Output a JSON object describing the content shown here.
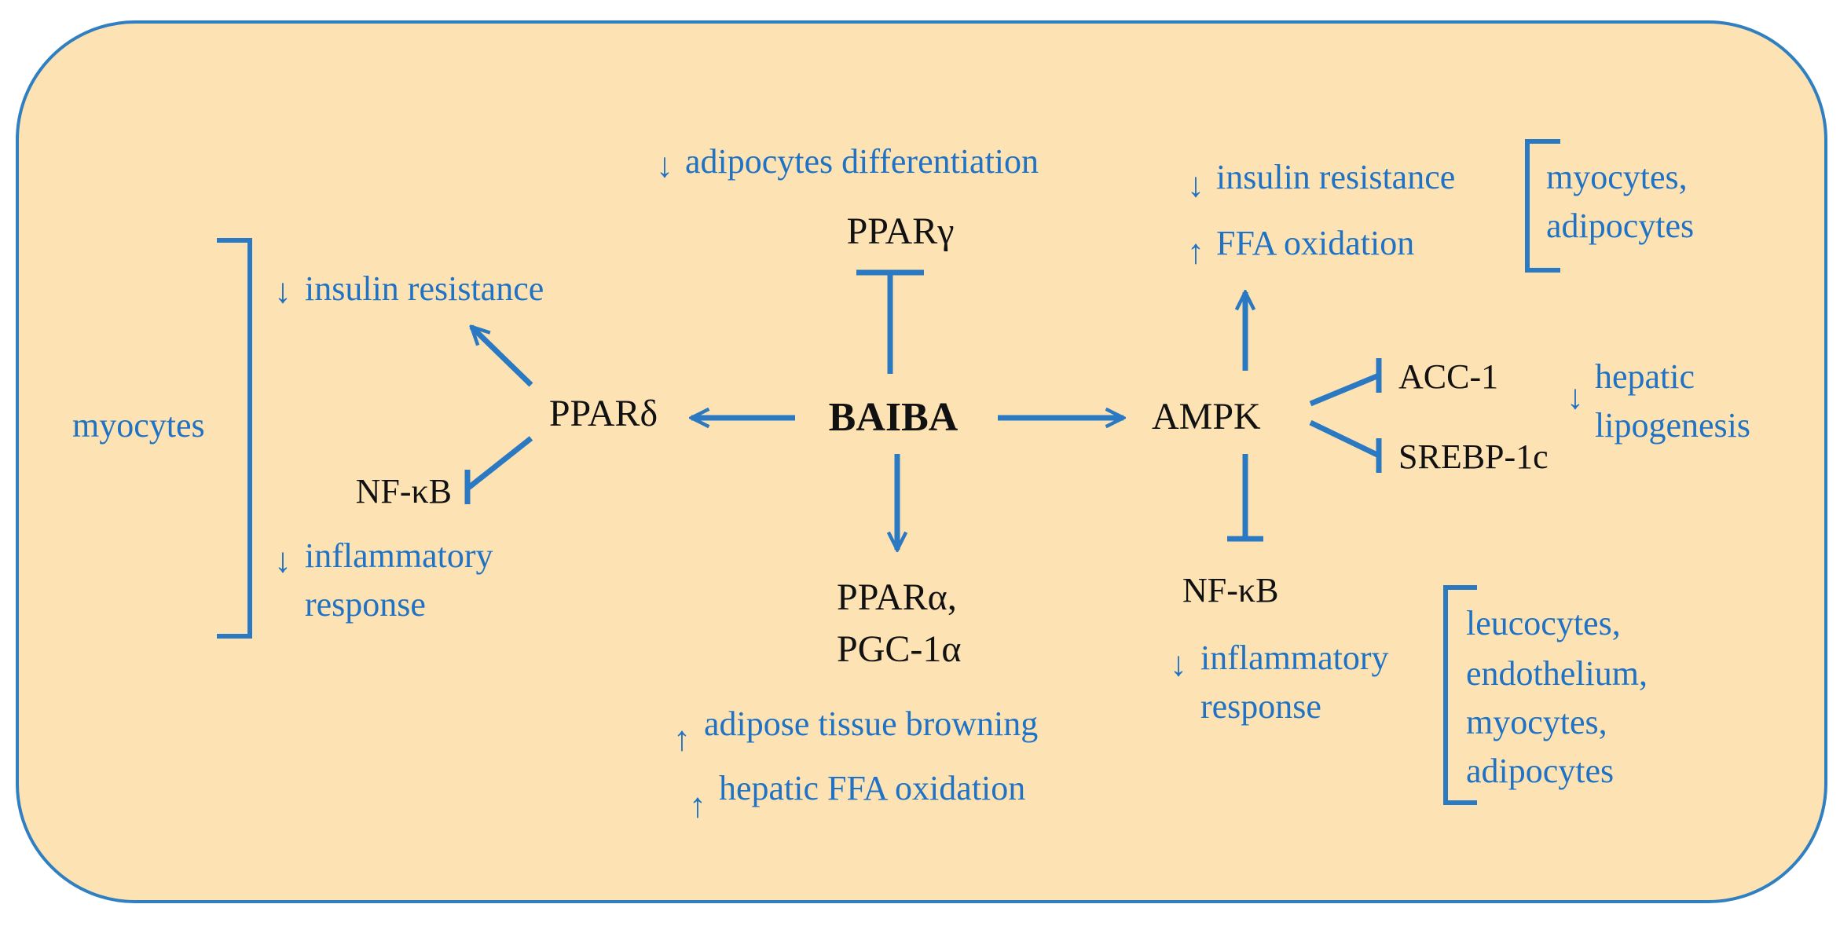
{
  "colors": {
    "panel_fill": "#fde3b4",
    "accent_blue": "#2a79c2",
    "text_blue": "#1f72c4",
    "text_black": "#111111"
  },
  "center": {
    "label": "BAIBA"
  },
  "nodes": {
    "ppar_gamma": "PPARγ",
    "ppar_delta": "PPARδ",
    "ampk": "AMPK",
    "ppar_alpha_line1": "PPARα,",
    "ppar_alpha_line2": "PGC-1α",
    "nfkb_left": "NF-κB",
    "nfkb_right": "NF-κB",
    "acc1": "ACC-1",
    "srebp": "SREBP-1c"
  },
  "effects": {
    "adipocytes_differentiation": "adipocytes differentiation",
    "left_insulin_resistance": "insulin resistance",
    "left_inflammatory_line1": "inflammatory",
    "left_inflammatory_line2": "response",
    "right_insulin_resistance": "insulin resistance",
    "ffa_oxidation": "FFA oxidation",
    "hepatic_lipogenesis_line1": "hepatic",
    "hepatic_lipogenesis_line2": "lipogenesis",
    "right_inflammatory_line1": "inflammatory",
    "right_inflammatory_line2": "response",
    "adipose_browning": "adipose tissue browning",
    "hepatic_ffa_oxidation": "hepatic FFA oxidation"
  },
  "tissues": {
    "left": "myocytes",
    "top_right_line1": "myocytes,",
    "top_right_line2": "adipocytes",
    "bottom_right_line1": "leucocytes,",
    "bottom_right_line2": "endothelium,",
    "bottom_right_line3": "myocytes,",
    "bottom_right_line4": "adipocytes"
  }
}
